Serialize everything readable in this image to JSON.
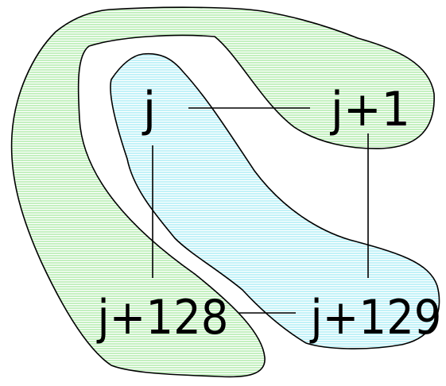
{
  "diagram": {
    "nodes": {
      "j": "j",
      "j1": "j+1",
      "j128": "j+128",
      "j129": "j+129"
    },
    "edges": [
      [
        "j",
        "j+1"
      ],
      [
        "j",
        "j+128"
      ],
      [
        "j+1",
        "j+129"
      ],
      [
        "j+128",
        "j+129"
      ]
    ],
    "colors": {
      "green_region": "#c4f0c0",
      "cyan_region": "#c2f2f8",
      "outline": "#000000"
    }
  }
}
